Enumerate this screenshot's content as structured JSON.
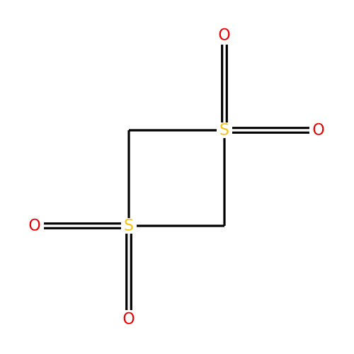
{
  "molecule": {
    "atoms": [
      {
        "id": "S1",
        "element": "S",
        "label": "S",
        "color": "#F4C21A"
      },
      {
        "id": "S2",
        "element": "S",
        "label": "S",
        "color": "#F4C21A"
      },
      {
        "id": "C1",
        "element": "C",
        "label": ""
      },
      {
        "id": "C2",
        "element": "C",
        "label": ""
      },
      {
        "id": "O1",
        "element": "O",
        "label": "O",
        "color": "#E60000"
      },
      {
        "id": "O2",
        "element": "O",
        "label": "O",
        "color": "#E60000"
      },
      {
        "id": "O3",
        "element": "O",
        "label": "O",
        "color": "#E60000"
      },
      {
        "id": "O4",
        "element": "O",
        "label": "O",
        "color": "#E60000"
      }
    ],
    "bonds": [
      {
        "from": "C1",
        "to": "S1",
        "order": 1
      },
      {
        "from": "S1",
        "to": "C2",
        "order": 1
      },
      {
        "from": "C2",
        "to": "S2",
        "order": 1
      },
      {
        "from": "S2",
        "to": "C1",
        "order": 1
      },
      {
        "from": "S1",
        "to": "O1",
        "order": 2
      },
      {
        "from": "S1",
        "to": "O2",
        "order": 2
      },
      {
        "from": "S2",
        "to": "O3",
        "order": 2
      },
      {
        "from": "S2",
        "to": "O4",
        "order": 2
      }
    ]
  }
}
